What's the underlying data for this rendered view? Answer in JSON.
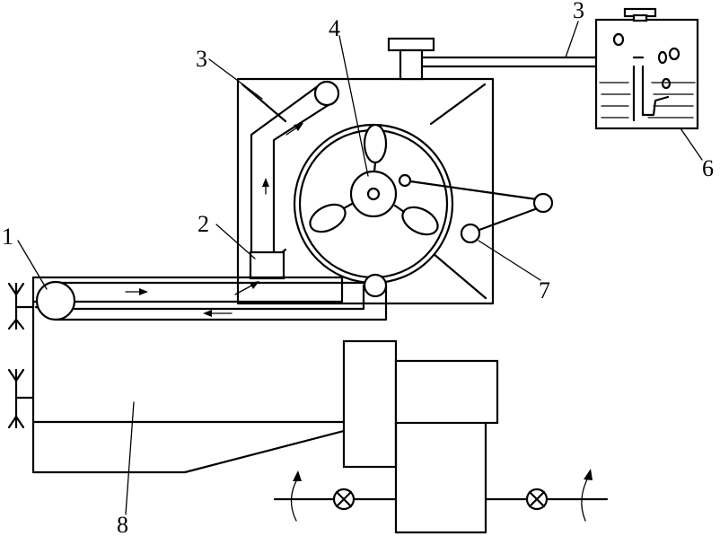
{
  "diagram": {
    "labels": {
      "l1": "1",
      "l2": "2",
      "l3a": "3",
      "l3b": "3",
      "l4": "4",
      "l6": "6",
      "l7": "7",
      "l8": "8"
    }
  },
  "colors": {
    "stroke": "#000000",
    "background": "#ffffff"
  }
}
